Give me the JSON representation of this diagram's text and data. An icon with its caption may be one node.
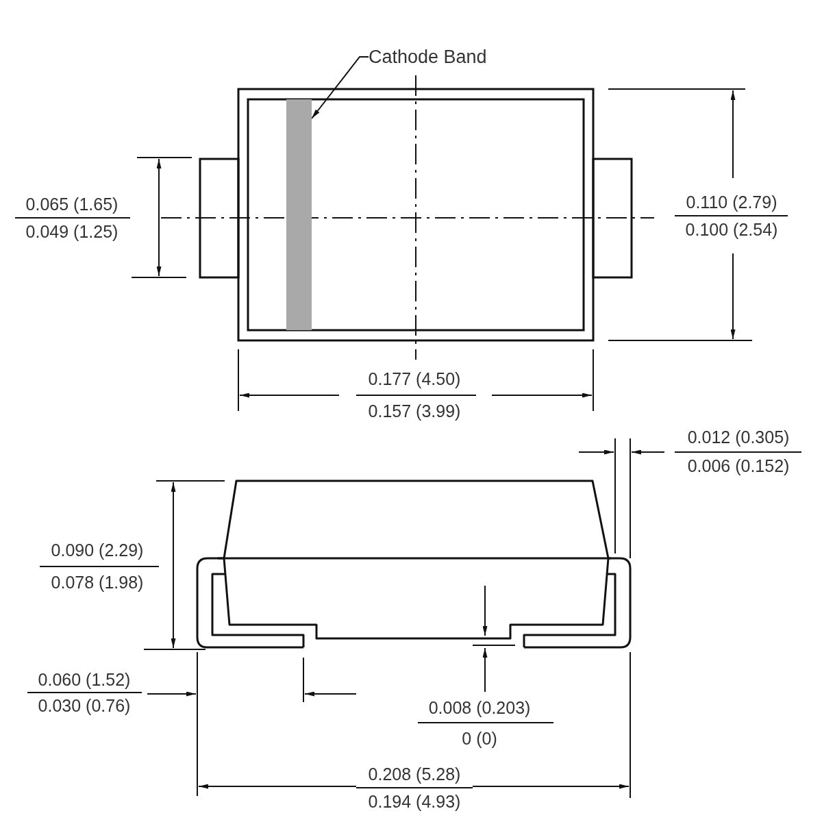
{
  "diagram": {
    "nodes": [
      {
        "text": [
          "Cathode Band"
        ]
      },
      {
        "text": [],
        "shape": "bar"
      }
    ],
    "edges": [
      {
        "from": 0,
        "to": 1,
        "arrow": "to"
      }
    ],
    "labels": [
      "0.065 (1.65)",
      "0.049 (1.25)",
      "0.110 (2.79)",
      "0.100 (2.54)",
      "0.177 (4.50)",
      "0.157 (3.99)",
      "0.012 (0.305)",
      "0.006 (0.152)",
      "0.090 (2.29)",
      "0.078 (1.98)",
      "0.060 (1.52)",
      "0.030 (0.76)",
      "0.008 (0.203)",
      "0 (0)",
      "0.208 (5.28)",
      "0.194 (4.93)"
    ]
  }
}
